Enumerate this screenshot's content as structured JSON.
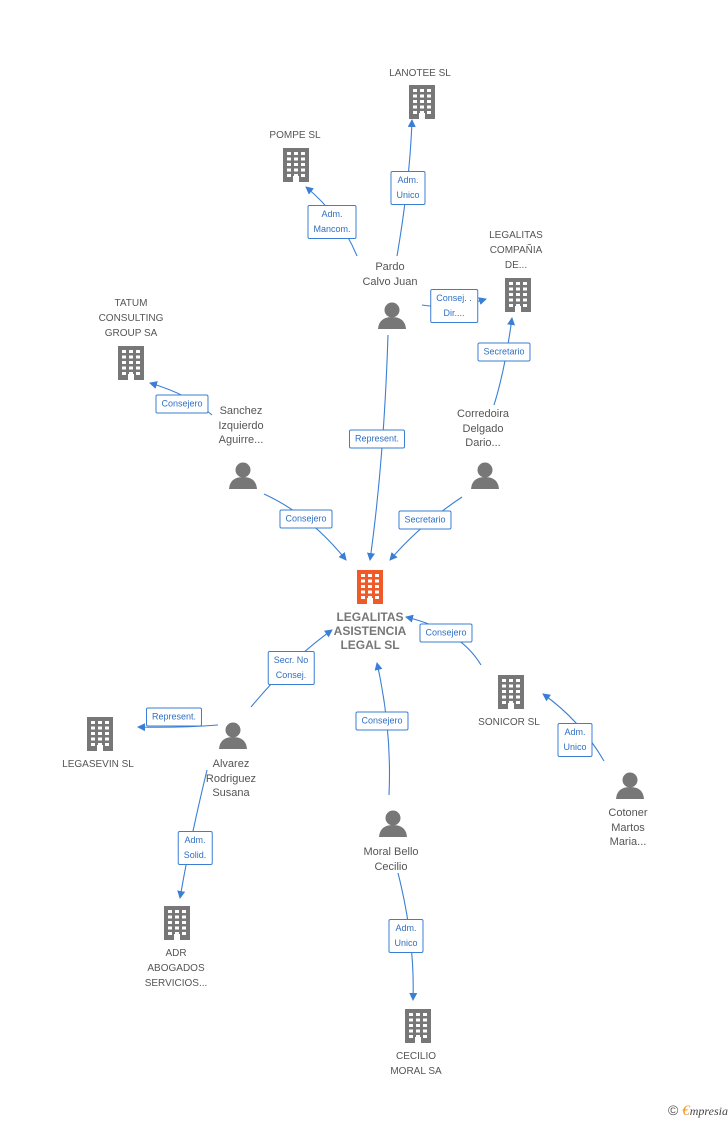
{
  "colors": {
    "edge": "#3a7fd5",
    "company_icon": "#777777",
    "main_icon": "#f05a28",
    "person_icon": "#777777"
  },
  "nodes": {
    "legalitas_asistencia": {
      "label": "LEGALITAS ASISTENCIA LEGAL SL",
      "lines": [
        "LEGALITAS",
        "ASISTENCIA",
        "LEGAL SL"
      ],
      "type": "company-main"
    },
    "lanotee": {
      "lines": [
        "LANOTEE SL"
      ],
      "type": "company"
    },
    "pompe": {
      "lines": [
        "POMPE SL"
      ],
      "type": "company"
    },
    "legalitas_compania": {
      "lines": [
        "LEGALITAS",
        "COMPAÑIA",
        "DE..."
      ],
      "type": "company"
    },
    "tatum": {
      "lines": [
        "TATUM",
        "CONSULTING",
        "GROUP SA"
      ],
      "type": "company"
    },
    "legasevin": {
      "lines": [
        "LEGASEVIN SL"
      ],
      "type": "company"
    },
    "sonicor": {
      "lines": [
        "SONICOR SL"
      ],
      "type": "company"
    },
    "adr": {
      "lines": [
        "ADR",
        "ABOGADOS",
        "SERVICIOS..."
      ],
      "type": "company"
    },
    "cecilio_sa": {
      "lines": [
        "CECILIO",
        "MORAL SA"
      ],
      "type": "company"
    },
    "pardo": {
      "lines": [
        "Pardo",
        "Calvo Juan"
      ],
      "type": "person"
    },
    "sanchez": {
      "lines": [
        "Sanchez",
        "Izquierdo",
        "Aguirre..."
      ],
      "type": "person"
    },
    "corredoira": {
      "lines": [
        "Corredoira",
        "Delgado",
        "Dario..."
      ],
      "type": "person"
    },
    "alvarez": {
      "lines": [
        "Alvarez",
        "Rodriguez",
        "Susana"
      ],
      "type": "person"
    },
    "moral": {
      "lines": [
        "Moral Bello",
        "Cecilio"
      ],
      "type": "person"
    },
    "cotoner": {
      "lines": [
        "Cotoner",
        "Martos",
        "Maria..."
      ],
      "type": "person"
    }
  },
  "edges": [
    {
      "from": "pardo",
      "to": "lanotee",
      "lines": [
        "Adm.",
        "Unico"
      ]
    },
    {
      "from": "pardo",
      "to": "pompe",
      "lines": [
        "Adm.",
        "Mancom."
      ]
    },
    {
      "from": "pardo",
      "to": "legalitas_compania",
      "lines": [
        "Consej. .",
        "Dir...."
      ]
    },
    {
      "from": "pardo",
      "to": "legalitas_asistencia",
      "lines": [
        "Represent."
      ]
    },
    {
      "from": "corredoira",
      "to": "legalitas_compania",
      "lines": [
        "Secretario"
      ]
    },
    {
      "from": "sanchez",
      "to": "tatum",
      "lines": [
        "Consejero"
      ]
    },
    {
      "from": "sanchez",
      "to": "legalitas_asistencia",
      "lines": [
        "Consejero"
      ]
    },
    {
      "from": "corredoira",
      "to": "legalitas_asistencia",
      "lines": [
        "Secretario"
      ]
    },
    {
      "from": "sonicor",
      "to": "legalitas_asistencia",
      "lines": [
        "Consejero"
      ]
    },
    {
      "from": "alvarez",
      "to": "legalitas_asistencia",
      "lines": [
        "Secr.  No",
        "Consej."
      ]
    },
    {
      "from": "alvarez",
      "to": "legasevin",
      "lines": [
        "Represent."
      ]
    },
    {
      "from": "moral",
      "to": "legalitas_asistencia",
      "lines": [
        "Consejero"
      ]
    },
    {
      "from": "cotoner",
      "to": "sonicor",
      "lines": [
        "Adm.",
        "Unico"
      ]
    },
    {
      "from": "alvarez",
      "to": "adr",
      "lines": [
        "Adm.",
        "Solid."
      ]
    },
    {
      "from": "moral",
      "to": "cecilio_sa",
      "lines": [
        "Adm.",
        "Unico"
      ]
    }
  ],
  "footer": {
    "copyright_symbol": "©",
    "brand_initial": "€",
    "brand_rest": "mpresia"
  }
}
